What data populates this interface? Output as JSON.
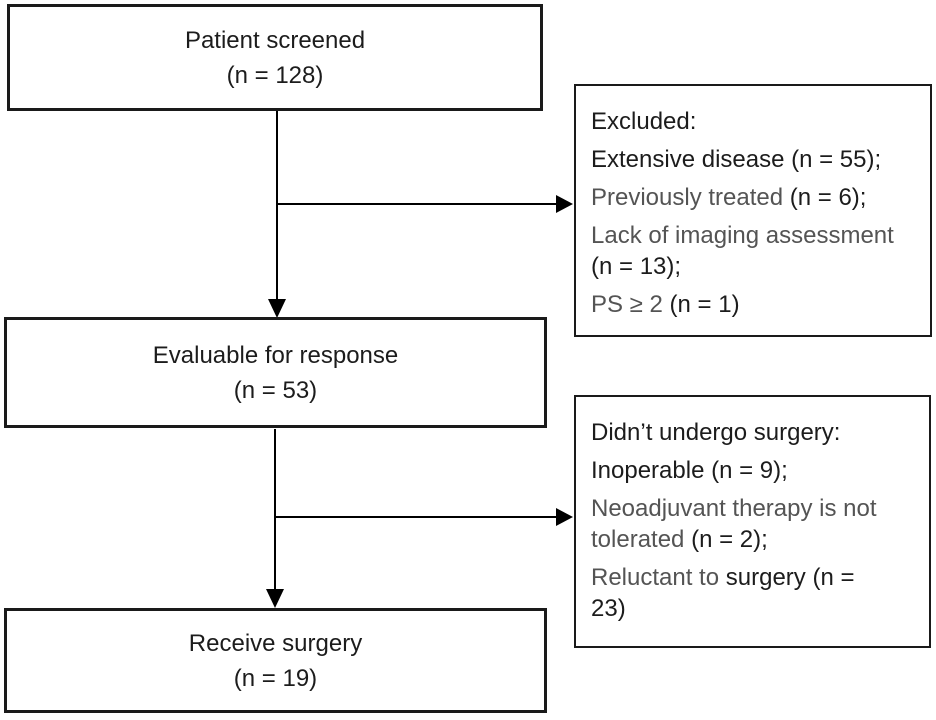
{
  "nodes": {
    "screened": {
      "label": "Patient screened",
      "count": "(n = 128)"
    },
    "evaluable": {
      "label": "Evaluable for response",
      "count": "(n = 53)"
    },
    "surgery": {
      "label": "Receive surgery",
      "count": "(n = 19)"
    }
  },
  "excluded": {
    "lines": [
      {
        "para": true,
        "segs": [
          {
            "t": "Excluded:",
            "c": "black"
          }
        ]
      },
      {
        "para": true,
        "segs": [
          {
            "t": "Extensive disease (n = 55);",
            "c": "black"
          }
        ]
      },
      {
        "para": true,
        "segs": [
          {
            "t": "Previously treated ",
            "c": "gray"
          },
          {
            "t": "(n = 6);",
            "c": "black"
          }
        ]
      },
      {
        "para": true,
        "segs": [
          {
            "t": "Lack of imaging assessment",
            "c": "gray"
          }
        ]
      },
      {
        "para": false,
        "segs": [
          {
            "t": "(n = 13);",
            "c": "black"
          }
        ]
      },
      {
        "para": true,
        "segs": [
          {
            "t": "PS ≥ 2 ",
            "c": "gray"
          },
          {
            "t": "(n = 1)",
            "c": "black"
          }
        ]
      }
    ]
  },
  "not_operated": {
    "lines": [
      {
        "para": true,
        "segs": [
          {
            "t": "Didn’t undergo surgery:",
            "c": "black"
          }
        ]
      },
      {
        "para": true,
        "segs": [
          {
            "t": "Inoperable (n = 9);",
            "c": "black"
          }
        ]
      },
      {
        "para": true,
        "segs": [
          {
            "t": "Neoadjuvant therapy is not",
            "c": "gray"
          }
        ]
      },
      {
        "para": false,
        "segs": [
          {
            "t": "tolerated ",
            "c": "gray"
          },
          {
            "t": "(n = 2);",
            "c": "black"
          }
        ]
      },
      {
        "para": true,
        "segs": [
          {
            "t": "Reluctant to ",
            "c": "gray"
          },
          {
            "t": "surgery (n =",
            "c": "black"
          }
        ]
      },
      {
        "para": false,
        "segs": [
          {
            "t": "23)",
            "c": "black"
          }
        ]
      }
    ]
  },
  "connections": [
    {
      "from": "screened",
      "to": "evaluable"
    },
    {
      "from": "screened",
      "to": "excluded"
    },
    {
      "from": "evaluable",
      "to": "surgery"
    },
    {
      "from": "evaluable",
      "to": "not_operated"
    }
  ],
  "colors": {
    "black": "#1c1c1c",
    "gray": "#545454",
    "line": "#000000",
    "border": "#1a1a1a",
    "background": "#ffffff"
  }
}
